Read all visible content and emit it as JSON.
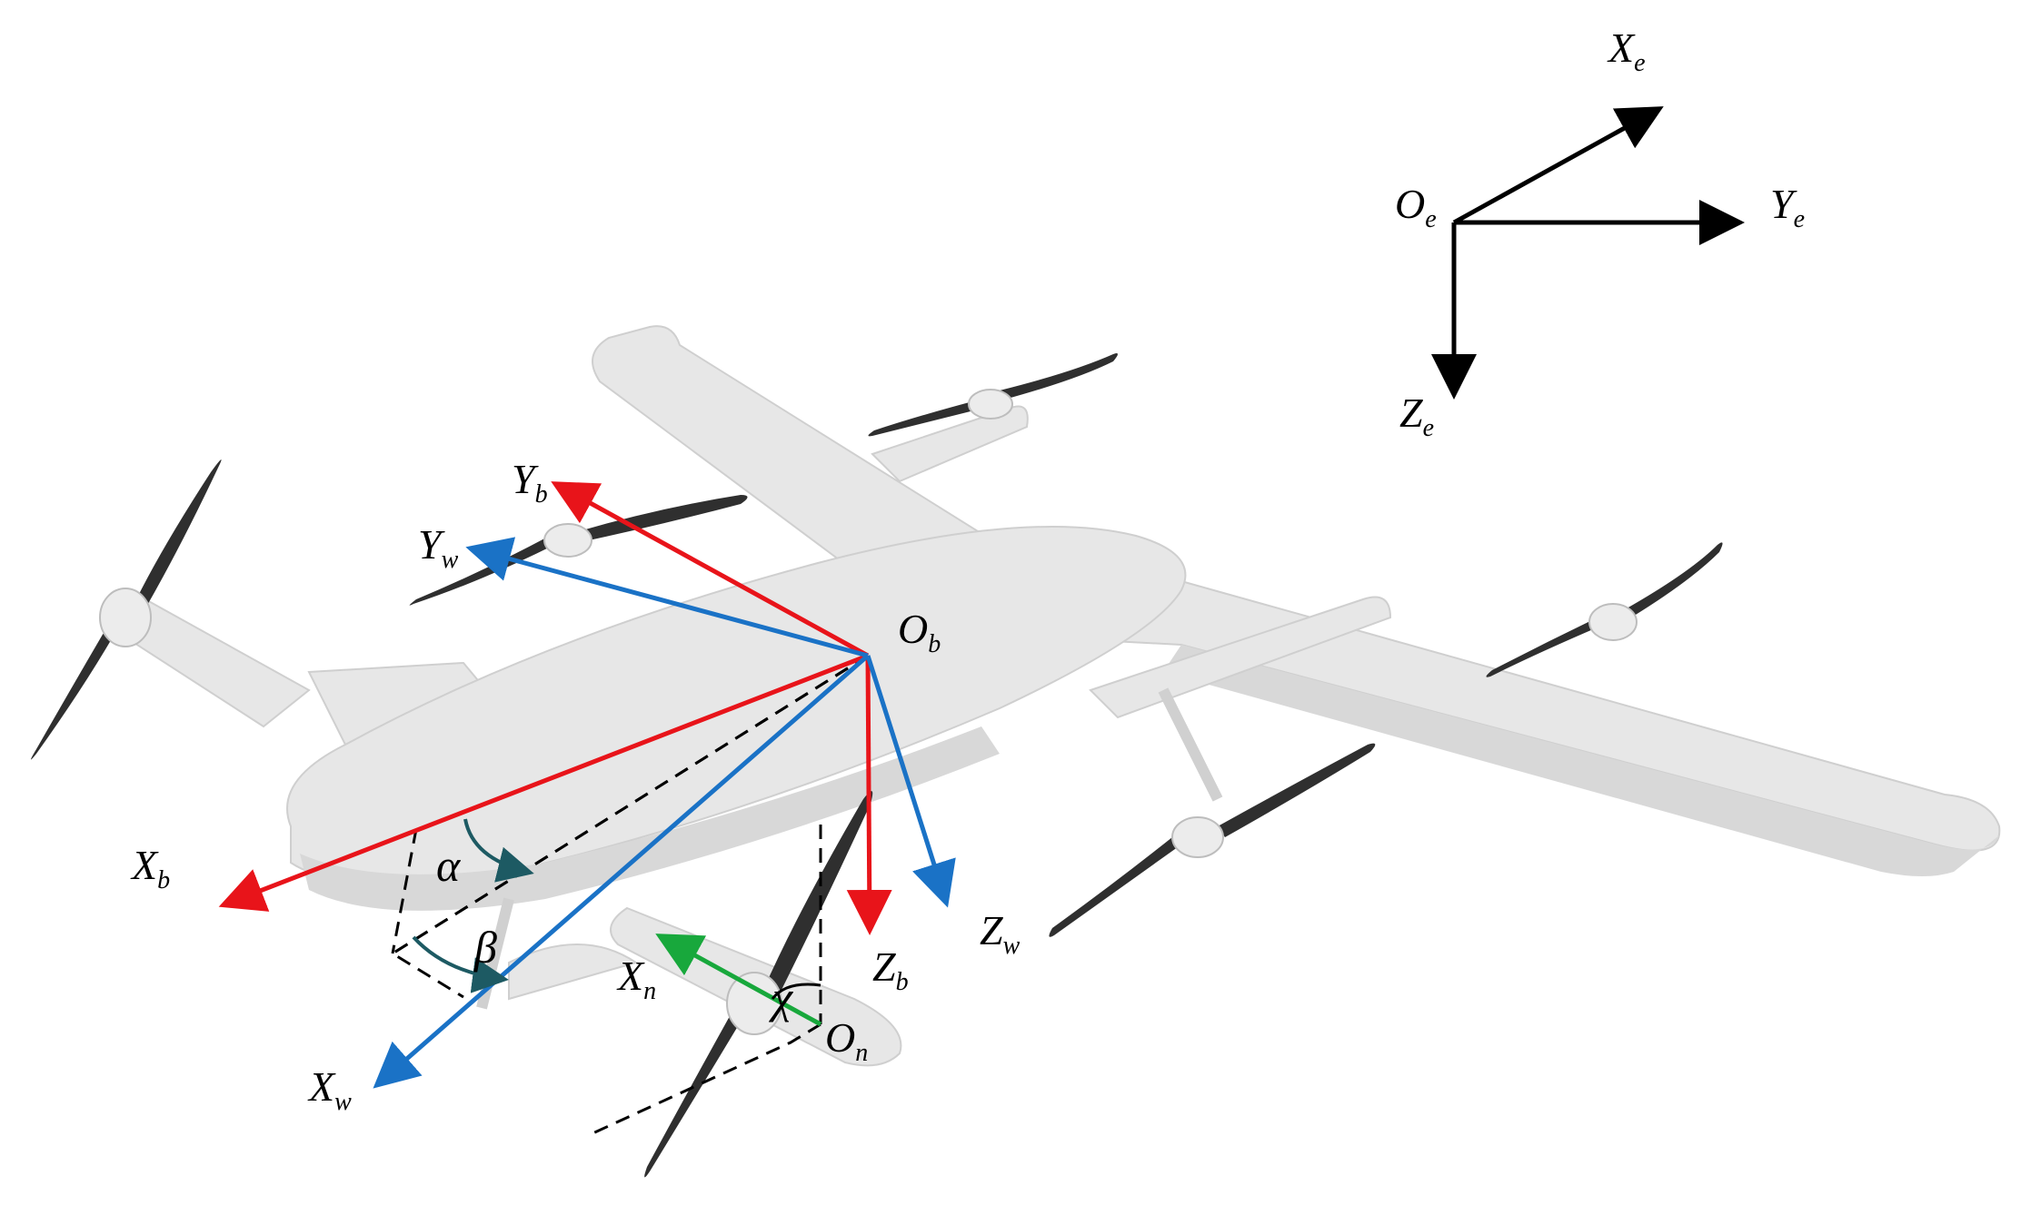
{
  "colors": {
    "body_axes": "#e8141a",
    "wind_axes": "#1a72c6",
    "nacelle_axis": "#18a83c",
    "earth_axes": "#000000",
    "angle_arc": "#1d5a63",
    "aircraft": "#e6e6e6",
    "propeller": "#2f2f2f"
  },
  "earth_frame": {
    "origin": {
      "base": "O",
      "sub": "e"
    },
    "x_axis": {
      "base": "X",
      "sub": "e"
    },
    "y_axis": {
      "base": "Y",
      "sub": "e"
    },
    "z_axis": {
      "base": "Z",
      "sub": "e"
    }
  },
  "body_frame": {
    "origin": {
      "base": "O",
      "sub": "b"
    },
    "x_axis": {
      "base": "X",
      "sub": "b"
    },
    "y_axis": {
      "base": "Y",
      "sub": "b"
    },
    "z_axis": {
      "base": "Z",
      "sub": "b"
    }
  },
  "wind_frame": {
    "x_axis": {
      "base": "X",
      "sub": "w"
    },
    "y_axis": {
      "base": "Y",
      "sub": "w"
    },
    "z_axis": {
      "base": "Z",
      "sub": "w"
    }
  },
  "nacelle_frame": {
    "origin": {
      "base": "O",
      "sub": "n"
    },
    "x_axis": {
      "base": "X",
      "sub": "n"
    }
  },
  "angles": {
    "alpha": "α",
    "beta": "β",
    "chi": "χ"
  },
  "icons": {
    "aircraft": "vtol-aircraft-icon",
    "propeller": "propeller-icon"
  }
}
